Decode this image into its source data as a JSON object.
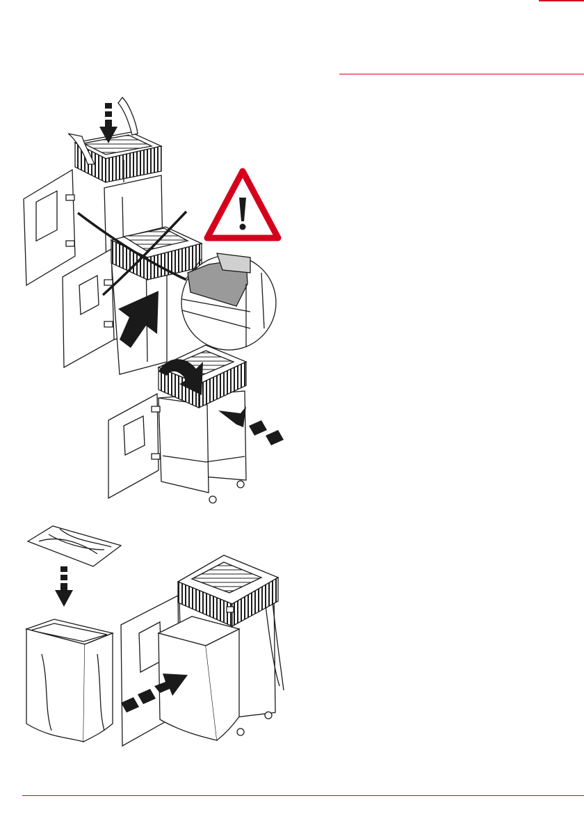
{
  "page": {
    "type": "assembly-instructions-illustration",
    "accent_color": "#d6001c",
    "line_color": "#1a1a1a"
  },
  "steps": [
    {
      "id": "insert-shredder-head",
      "icon": "arrow-down-icon"
    },
    {
      "id": "wrong-orientation",
      "icon": "cross-out-icon",
      "warning_icon": "warning-triangle-icon",
      "detail": "magnified-seam-detail"
    },
    {
      "id": "rotate-and-push-head",
      "icon": "curved-arrow-icon"
    },
    {
      "id": "insert-waste-bag",
      "icon": "arrow-down-icon"
    },
    {
      "id": "slide-bin-into-cabinet",
      "icon": "arrow-right-icon"
    }
  ]
}
